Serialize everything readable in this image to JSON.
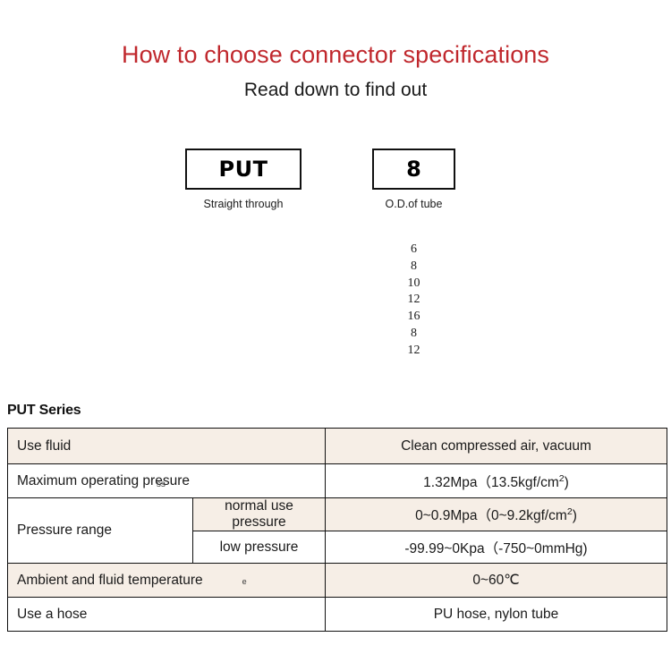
{
  "header": {
    "title": "How to choose connector specifications",
    "subtitle": "Read down to find out",
    "title_color": "#c0282d"
  },
  "selector": {
    "boxes": [
      {
        "code": "PUT",
        "caption": "Straight through"
      },
      {
        "code": "8",
        "caption": "O.D.of tube"
      }
    ],
    "tube_od_options": [
      "6",
      "8",
      "10",
      "12",
      "16",
      "8",
      "12"
    ]
  },
  "series": {
    "heading": "PUT Series"
  },
  "spec_table": {
    "rows": [
      {
        "label": "Use fluid",
        "value": "Clean compressed air, vacuum",
        "shade": "beige"
      },
      {
        "label": "Maximum operating pre",
        "label_overlap": "ss",
        "label_tail": "sure",
        "value": "1.32Mpa（13.5kgf/cm",
        "value_sup": "2",
        "value_tail": ")",
        "shade": "white"
      },
      {
        "label": "Pressure range",
        "sub_rows": [
          {
            "sub_label": "normal use pressure",
            "value": "0~0.9Mpa（0~9.2kgf/cm",
            "value_sup": "2",
            "value_tail": ")",
            "shade": "beige"
          },
          {
            "sub_label": "low pressure",
            "value": "-99.99~0Kpa（-750~0mmHg)",
            "shade": "white"
          }
        ]
      },
      {
        "label": "Ambient and fluid temperature",
        "label_artifact": "e",
        "value": "0~60℃",
        "shade": "beige"
      },
      {
        "label": "Use a hose",
        "value": "PU hose, nylon tube",
        "shade": "white"
      }
    ]
  }
}
